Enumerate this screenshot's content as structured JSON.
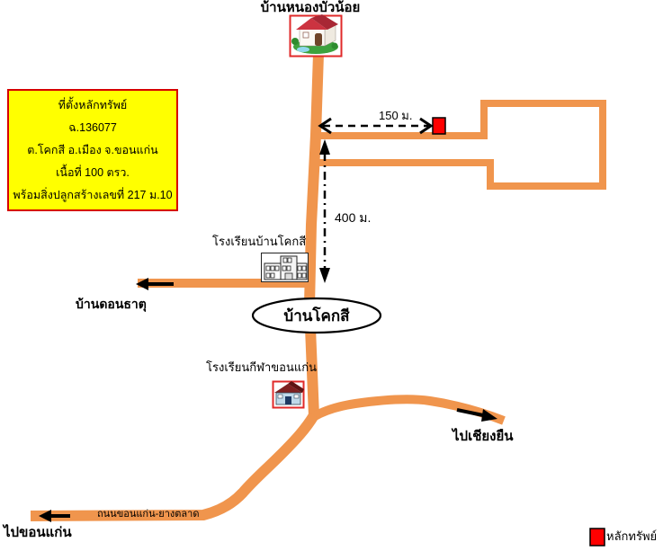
{
  "title": "บ้านหนองบัวน้อย",
  "info_box": {
    "lines": [
      "ที่ตั้งหลักทรัพย์",
      "ฉ.136077",
      "ต.โคกสี อ.เมือง จ.ขอนแก่น",
      "เนื้อที่ 100 ตรว.",
      "พร้อมสิ่งปลูกสร้างเลขที่ 217 ม.10"
    ]
  },
  "places": {
    "school_ban_khok_si": "โรงเรียนบ้านโคกสี",
    "village": "บ้านโคกสี",
    "ban_don_that": "บ้านดอนธาตุ",
    "sports_school": "โรงเรียนกีฬาขอนแก่น"
  },
  "directions": {
    "to_chiang_yuen": "ไปเชียงยืน",
    "to_khon_kaen": "ไปขอนแก่น",
    "road_name": "ถนนขอนแก่น-ยางตลาด"
  },
  "measurements": {
    "property_distance": "150 ม.",
    "junction_distance": "400 ม."
  },
  "legend": {
    "label": "หลักทรัพย์"
  },
  "colors": {
    "road": "#F0954D",
    "marker": "#FF0000",
    "info_bg": "#FFFF00",
    "info_border": "#D60000"
  }
}
